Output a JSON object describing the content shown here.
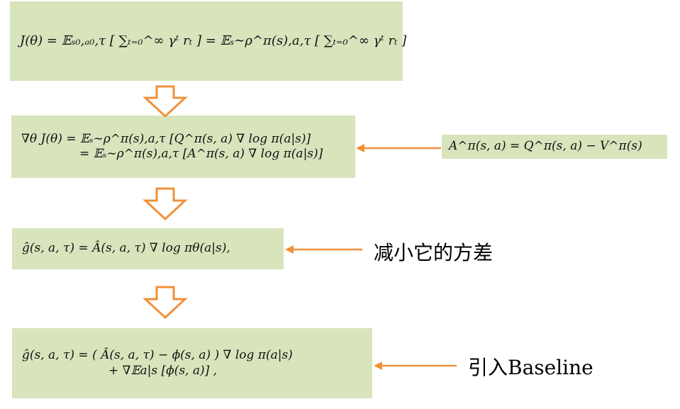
{
  "formulas": {
    "objective": "J(θ) = 𝔼ₛ₀,ₐ₀,τ [ ∑ₜ₌₀^∞ γᵗ rₜ ] = 𝔼ₛ∼ρ^π(s),a,τ [ ∑ₜ₌₀^∞ γᵗ rₜ ]",
    "gradient_line1": "∇θ J(θ) = 𝔼ₛ∼ρ^π(s),a,τ [Q^π(s, a) ∇ log π(a|s)]",
    "gradient_line2": "= 𝔼ₛ∼ρ^π(s),a,τ [A^π(s, a) ∇ log π(a|s)]",
    "advantage_def": "A^π(s, a) = Q^π(s, a) − V^π(s)",
    "estimator": "ĝ(s, a, τ) = Â(s, a, τ) ∇ log πθ(a|s),",
    "baseline_line1": "ĝ(s, a, τ) = ( Â(s, a, τ) − ϕ(s, a) ) ∇ log π(a|s)",
    "baseline_line2": "+ ∇𝔼a|s [ϕ(s, a)] ,"
  },
  "annotations": {
    "reduce_variance": "减小它的方差",
    "introduce_baseline": "引入Baseline"
  },
  "colors": {
    "box_fill": "#d8e4bc",
    "arrow": "#f0913a"
  }
}
